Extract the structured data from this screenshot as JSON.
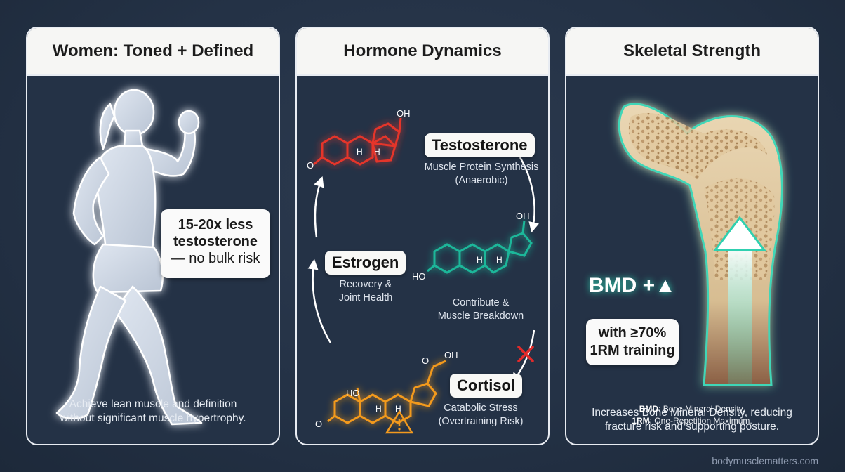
{
  "panels": {
    "women": {
      "title": "Women: Toned + Defined",
      "bubble_line1": "15-20x less",
      "bubble_line2": "testosterone",
      "bubble_line3": "— no bulk risk",
      "caption_line1": "Achieve lean muscle and definition",
      "caption_line2": "without significant muscle hypertrophy."
    },
    "hormones": {
      "title": "Hormone Dynamics",
      "testosterone": {
        "name": "Testosterone",
        "desc_line1": "Muscle Protein Synthesis",
        "desc_line2": "(Anaerobic)",
        "oh_label": "OH",
        "o_label": "O",
        "h_label": "H"
      },
      "estrogen": {
        "name": "Estrogen",
        "desc_line1": "Recovery &",
        "desc_line2": "Joint Health",
        "oh_label": "OH",
        "ho_label": "HO",
        "h_label": "H"
      },
      "contribute_line1": "Contribute &",
      "contribute_line2": "Muscle Breakdown",
      "cortisol": {
        "name": "Cortisol",
        "desc_line1": "Catabolic Stress",
        "desc_line2": "(Overtraining Risk)",
        "oh_label": "OH",
        "ho_label": "HO",
        "o_label": "O",
        "h_label": "H"
      },
      "colors": {
        "testosterone": "#e5342b",
        "estrogen": "#1fb79a",
        "cortisol": "#f39a1e"
      }
    },
    "skeletal": {
      "title": "Skeletal Strength",
      "bmd_label": "BMD +▲",
      "bubble_line1": "with ≥70%",
      "bubble_line2": "1RM training",
      "caption_line1": "Increases Bone Mineral Density, reducing",
      "caption_line2": "fracture risk and supporting posture.",
      "fn1_abbr": "BMD",
      "fn1_text": ": Bone Mineral Density.",
      "fn2_abbr": "1RM",
      "fn2_text": ": One-Repetition Maximum."
    }
  },
  "watermark": "bodymusclematters.com"
}
